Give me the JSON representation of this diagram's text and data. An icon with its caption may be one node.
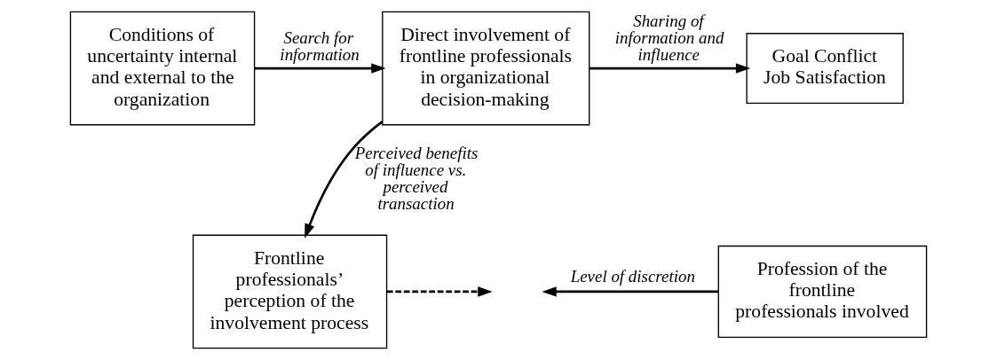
{
  "diagram": {
    "nodes": [
      {
        "text": [
          "Conditions of uncertainty internal and external to the organization"
        ]
      },
      {
        "text": [
          "Direct involvement of frontline professionals in organizational decision-making"
        ]
      },
      {
        "text": [
          "Goal Conflict",
          "Job Satisfaction"
        ]
      },
      {
        "text": [
          "Frontline professionals’ perception of the involvement process"
        ]
      },
      {
        "text": [
          "Profession of the frontline professionals involved"
        ]
      }
    ],
    "edges": [
      {
        "from": 0,
        "to": 1,
        "arrow": "to",
        "label": "Search for information"
      },
      {
        "from": 1,
        "to": 2,
        "arrow": "to",
        "label": "Sharing of information and influence"
      },
      {
        "from": 1,
        "to": 3,
        "arrow": "to",
        "label": "Perceived benefits of influence vs. perceived transaction"
      },
      {
        "from": 3,
        "to": null,
        "arrow": "to",
        "style": "dashed"
      },
      {
        "from": 4,
        "to": null,
        "arrow": "to",
        "label": "Level of discretion"
      }
    ]
  }
}
